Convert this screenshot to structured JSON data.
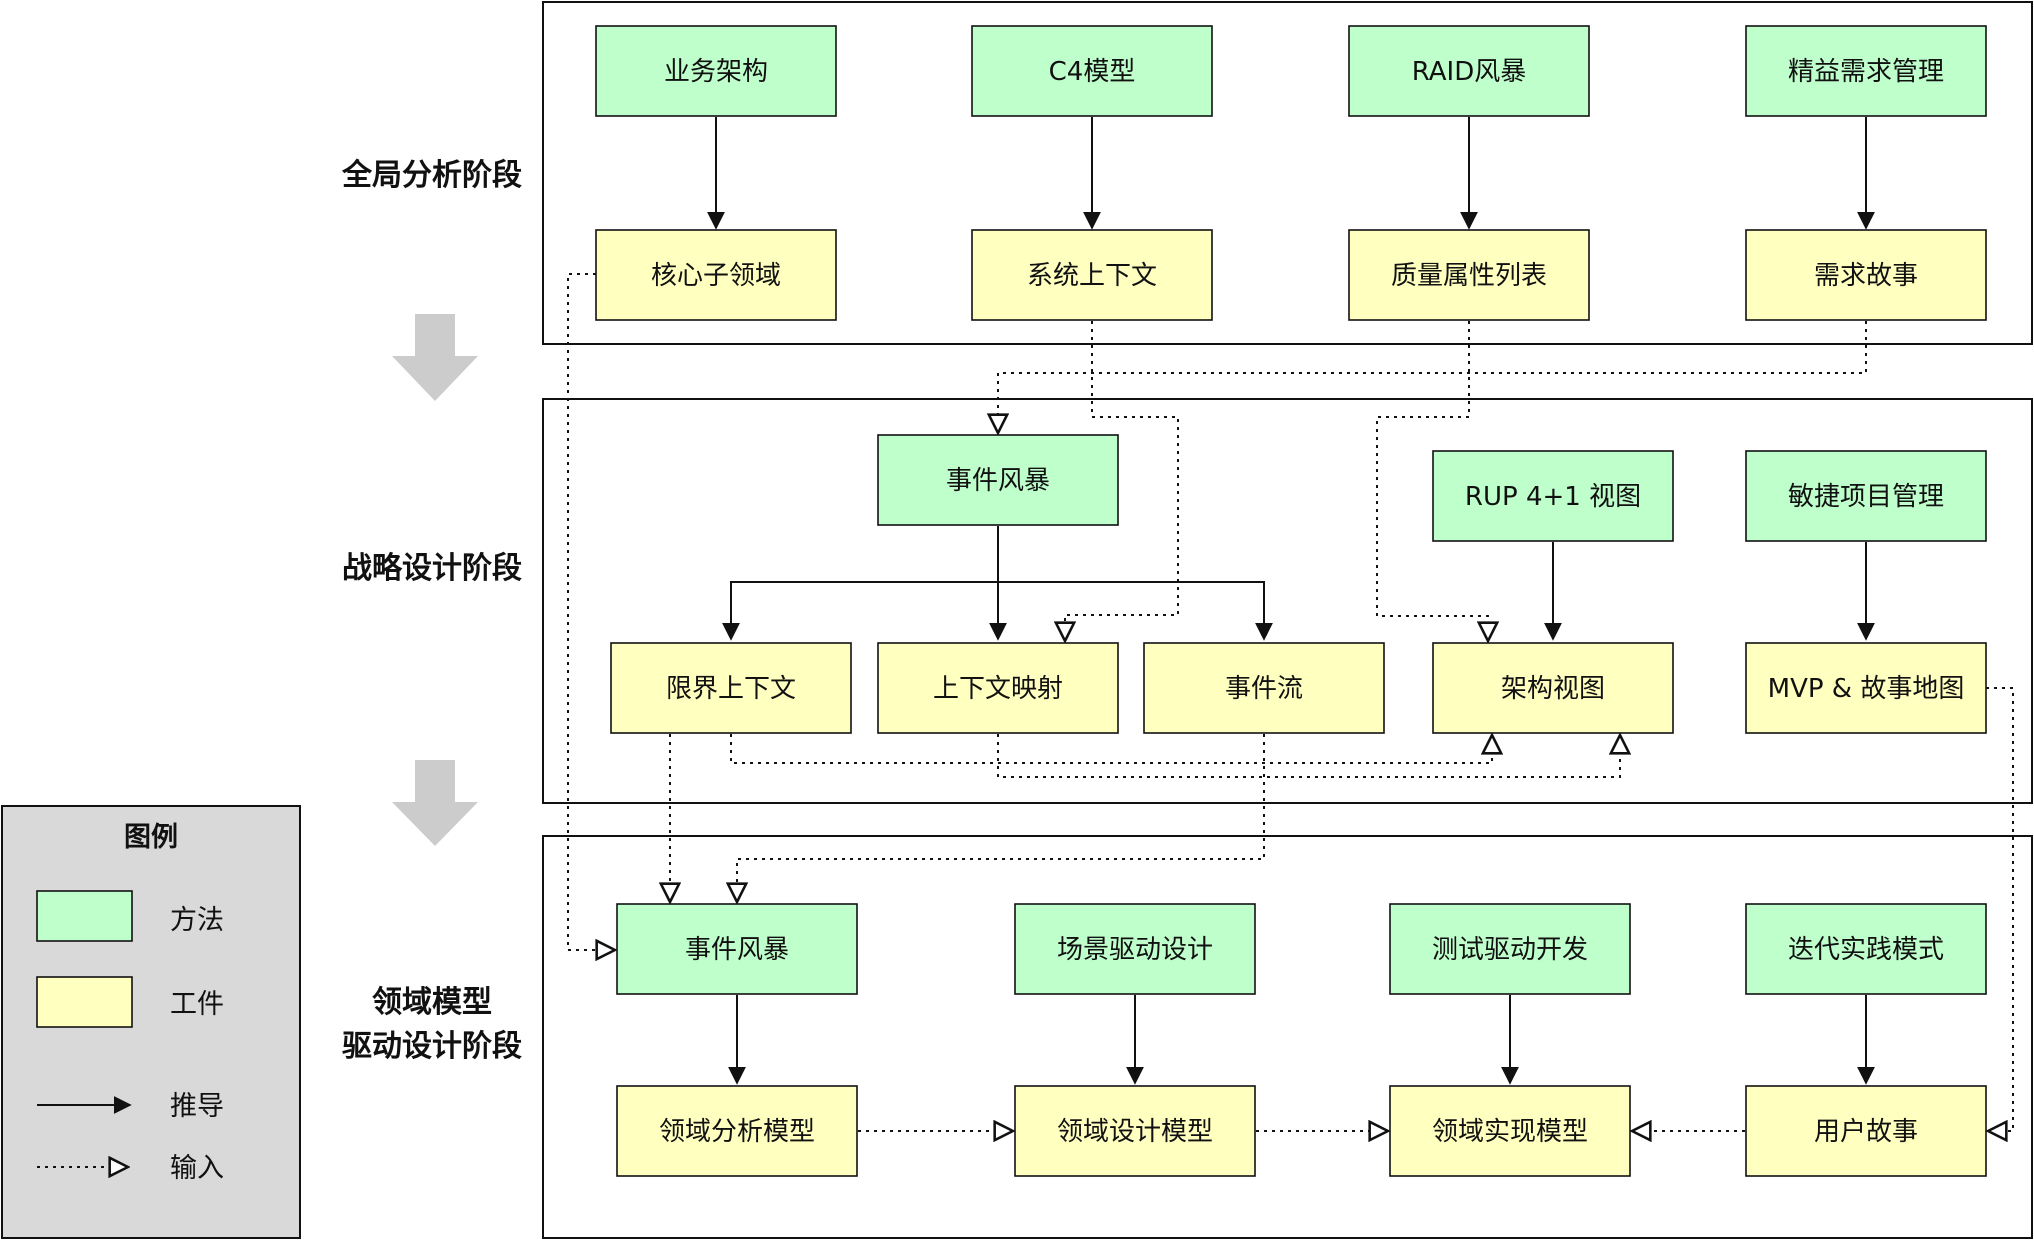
{
  "phases": {
    "global": "全局分析阶段",
    "strategic": "战略设计阶段",
    "model_line1": "领域模型",
    "model_line2": "驱动设计阶段"
  },
  "nodes": {
    "biz_arch": "业务架构",
    "c4": "C4模型",
    "raid": "RAID风暴",
    "lean_req": "精益需求管理",
    "core_sub": "核心子领域",
    "sys_ctx": "系统上下文",
    "quality": "质量属性列表",
    "req_story": "需求故事",
    "event_storm1": "事件风暴",
    "rup": "RUP 4+1 视图",
    "agile_pm": "敏捷项目管理",
    "bounded_ctx": "限界上下文",
    "ctx_map": "上下文映射",
    "event_flow": "事件流",
    "arch_view": "架构视图",
    "mvp": "MVP & 故事地图",
    "event_storm2": "事件风暴",
    "scenario": "场景驱动设计",
    "tdd": "测试驱动开发",
    "iter": "迭代实践模式",
    "analysis_model": "领域分析模型",
    "design_model": "领域设计模型",
    "impl_model": "领域实现模型",
    "user_story": "用户故事"
  },
  "legend": {
    "title": "图例",
    "method": "方法",
    "artifact": "工件",
    "derive": "推导",
    "input": "输入"
  },
  "colors": {
    "method_fill": "#bfffcc",
    "artifact_fill": "#ffffc0",
    "legend_bg": "#d9d9d9",
    "phase_arrow": "#cccccc",
    "stroke": "#111111"
  }
}
